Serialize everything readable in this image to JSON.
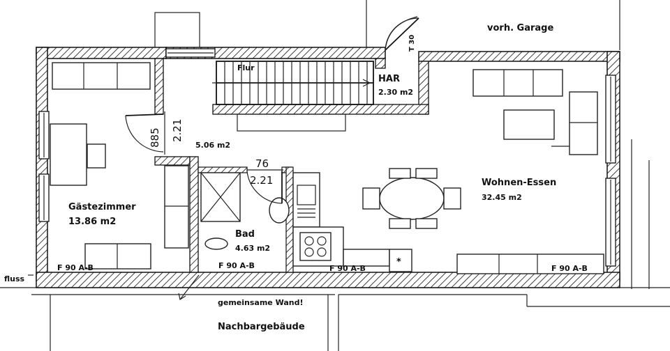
{
  "plan": {
    "outside_labels": {
      "garage": "vorh. Garage",
      "flur_left": "fluss",
      "neighbor_building": "Nachbargebäude",
      "shared_wall": "gemeinsame Wand!",
      "door_label": "T 30"
    },
    "rooms": {
      "guest": {
        "name": "Gästezimmer",
        "area": "13.86 m2"
      },
      "hall": {
        "name": "Flur",
        "area": "5.06 m2"
      },
      "utility": {
        "name": "HAR",
        "area": "2.30 m2"
      },
      "bath": {
        "name": "Bad",
        "area": "4.63 m2"
      },
      "living": {
        "name": "Wohnen-Essen",
        "area": "32.45 m2"
      }
    },
    "dimensions": {
      "guest_door_width": "885",
      "guest_door_height": "2.21",
      "bath_door_width": "76",
      "bath_door_height": "2.21"
    },
    "fire_ratings": {
      "guest": "F 90 A-B",
      "bath": "F 90 A-B",
      "kitchen": "F 90 A-B",
      "living": "F 90 A-B"
    }
  }
}
